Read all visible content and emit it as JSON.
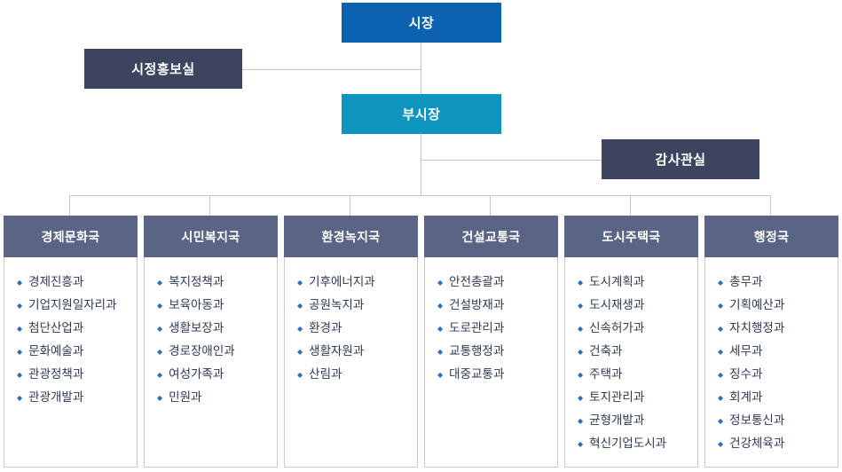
{
  "chart": {
    "type": "org-chart",
    "title": "",
    "top": {
      "mayor": {
        "label": "시장",
        "color": "#0a62b0"
      },
      "vice_mayor": {
        "label": "부시장",
        "color": "#0d95bd"
      },
      "pr_office": {
        "label": "시정홍보실",
        "color": "#3c4460"
      },
      "audit_office": {
        "label": "감사관실",
        "color": "#3c4460"
      }
    },
    "bureau_header_color": "#5a6485",
    "bullet_color": "#2b6fc4",
    "bureaus": [
      {
        "name": "경제문화국",
        "departments": [
          "경제진흥과",
          "기업지원일자리과",
          "첨단산업과",
          "문화예술과",
          "관광정책과",
          "관광개발과"
        ]
      },
      {
        "name": "시민복지국",
        "departments": [
          "복지정책과",
          "보육아동과",
          "생활보장과",
          "경로장애인과",
          "여성가족과",
          "민원과"
        ]
      },
      {
        "name": "환경녹지국",
        "departments": [
          "기후에너지과",
          "공원녹지과",
          "환경과",
          "생활자원과",
          "산림과"
        ]
      },
      {
        "name": "건설교통국",
        "departments": [
          "안전총괄과",
          "건설방재과",
          "도로관리과",
          "교통행정과",
          "대중교통과"
        ]
      },
      {
        "name": "도시주택국",
        "departments": [
          "도시계획과",
          "도시재생과",
          "신속허가과",
          "건축과",
          "주택과",
          "토지관리과",
          "균형개발과",
          "혁신기업도시과"
        ]
      },
      {
        "name": "행정국",
        "departments": [
          "총무과",
          "기획예산과",
          "자치행정과",
          "세무과",
          "징수과",
          "회계과",
          "정보통신과",
          "건강체육과"
        ]
      }
    ]
  }
}
